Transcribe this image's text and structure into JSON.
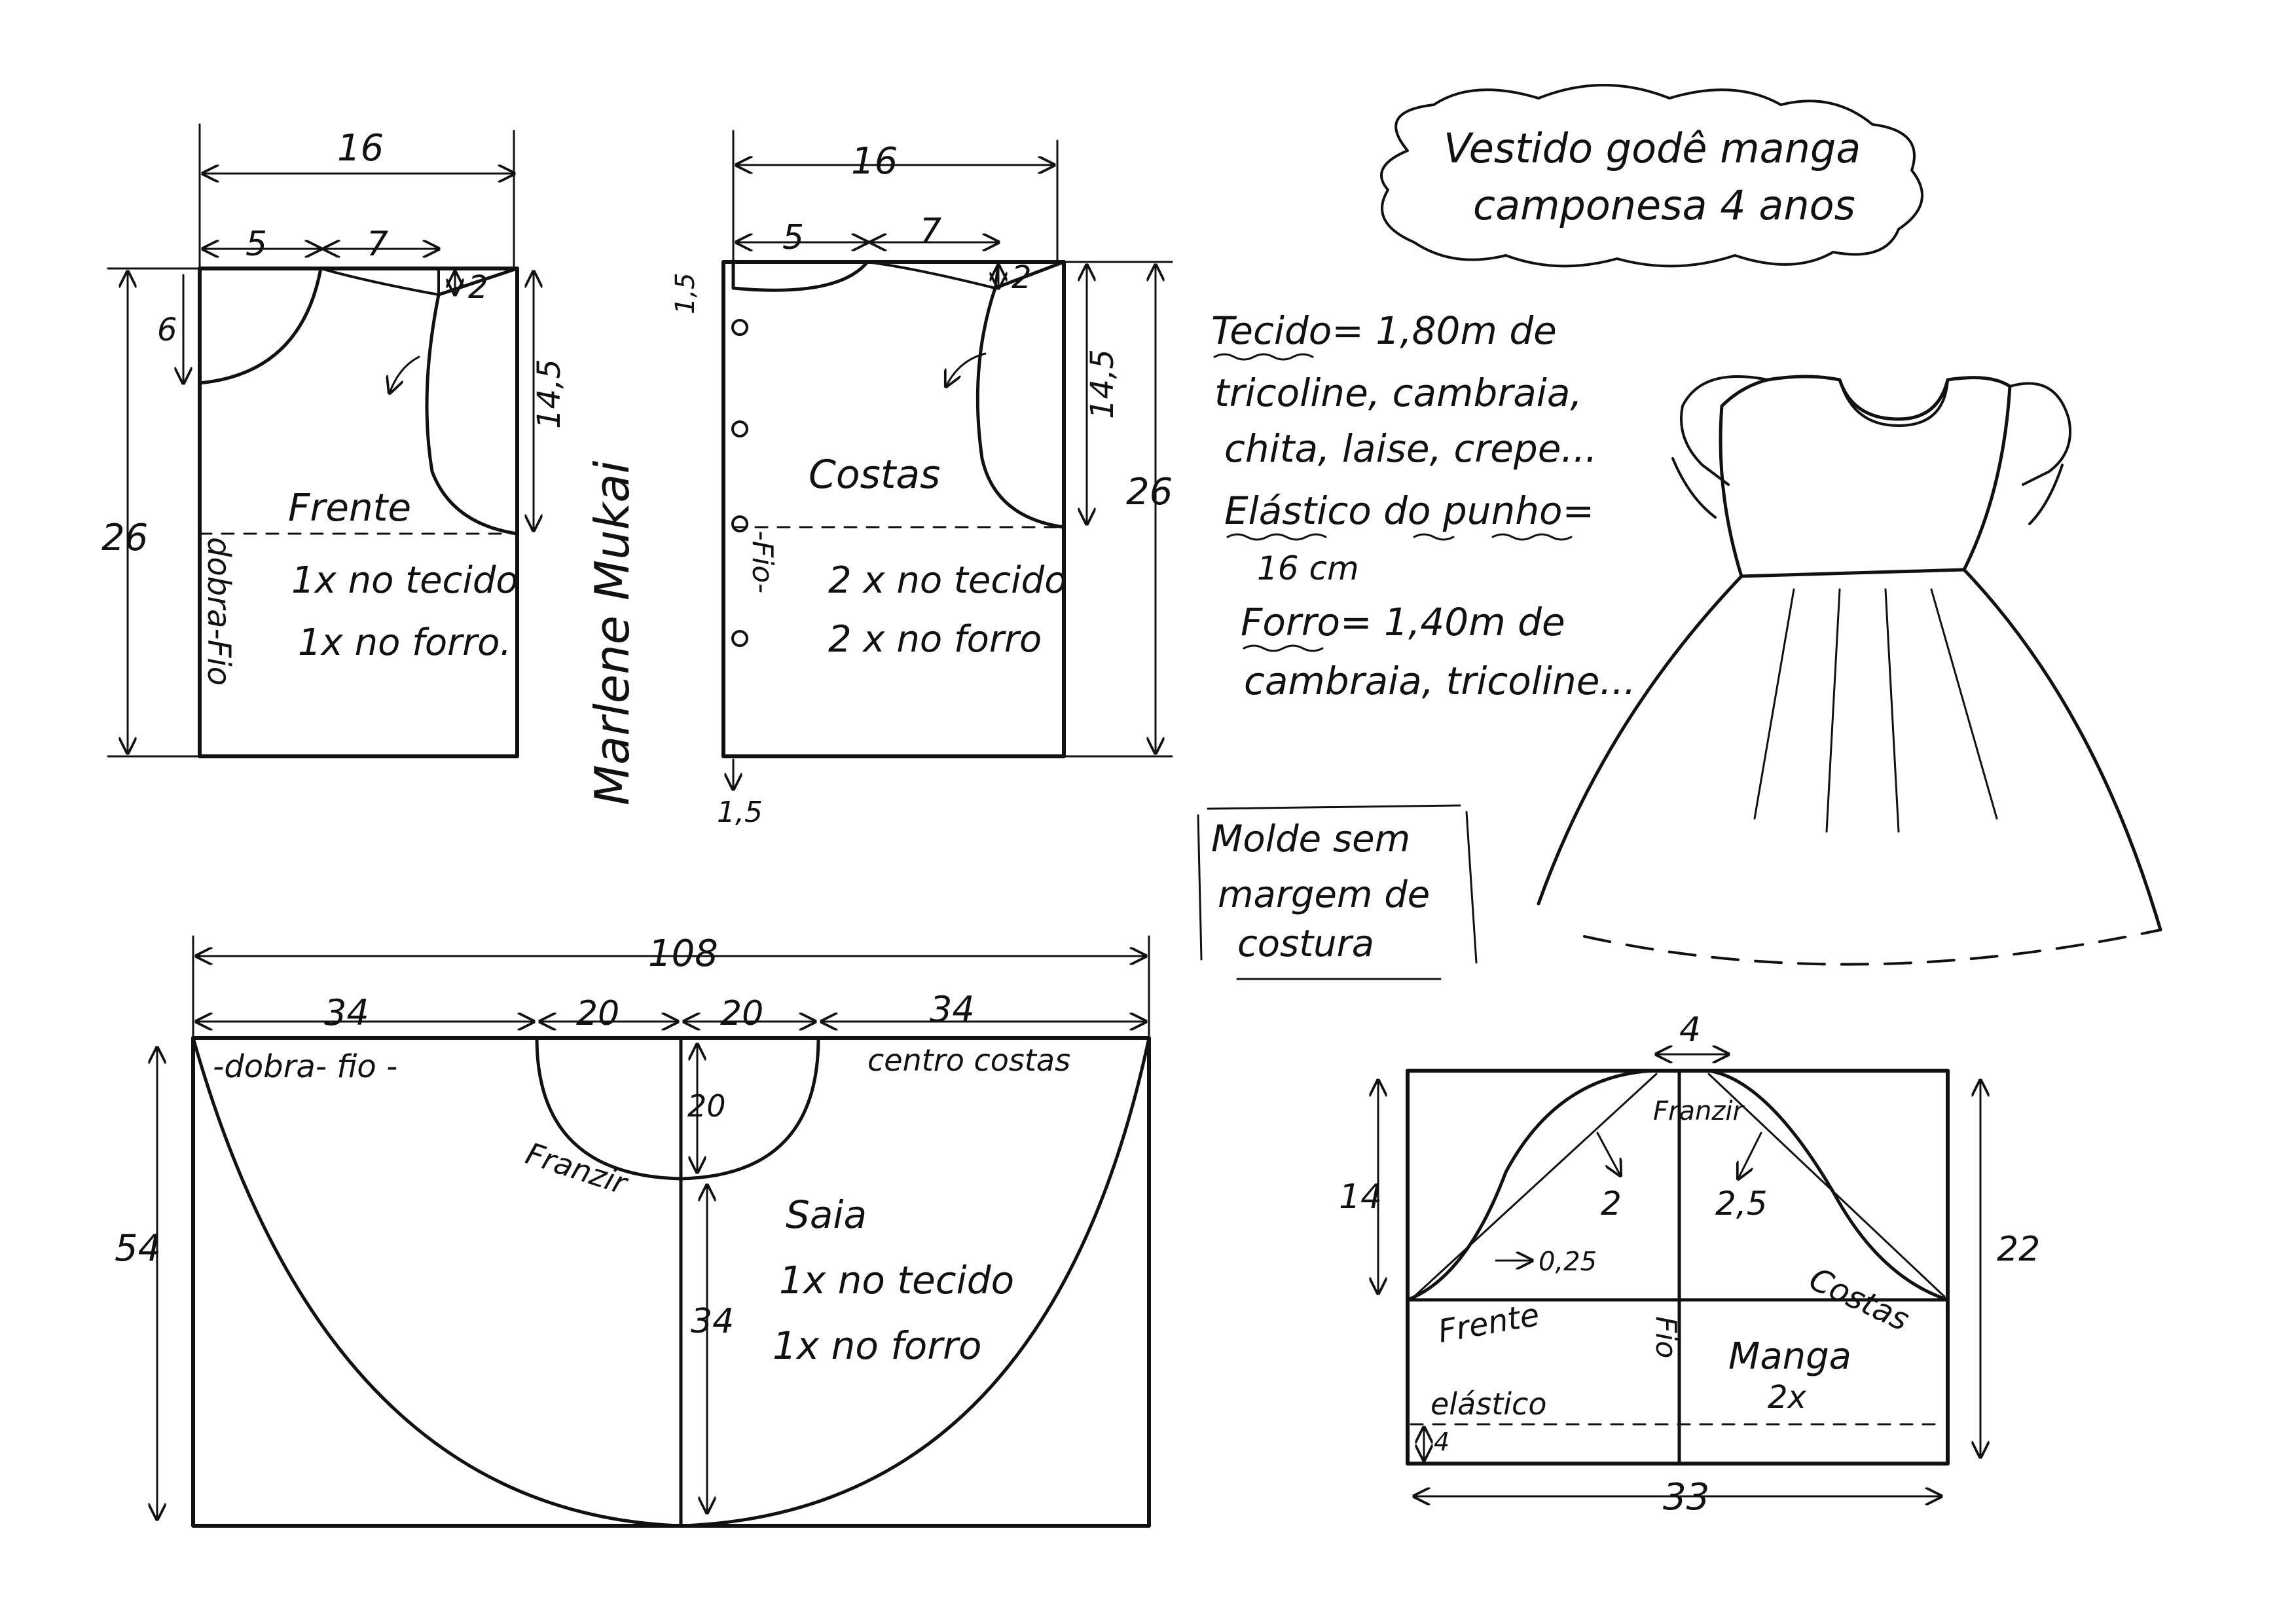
{
  "colors": {
    "ink": "#111111",
    "paper": "#ffffff"
  },
  "title": {
    "line1": "Vestido godê manga",
    "line2": "camponesa 4 anos"
  },
  "materials": {
    "line1": "Tecido= 1,80m de",
    "line2": "tricoline, cambraia,",
    "line3": "chita, laise, crepe...",
    "line4": "Elástico do punho=",
    "line5": "16 cm",
    "line6": "Forro= 1,40m de",
    "line7": "cambraia, tricoline..."
  },
  "note": {
    "line1": "Molde sem",
    "line2": "margem de",
    "line3": "costura"
  },
  "signature": "Marlene Mukai",
  "front": {
    "name": "Frente",
    "cut1": "1x no tecido",
    "cut2": "1x no forro.",
    "fold": "dobra-Fio",
    "dims": {
      "width": "16",
      "neck_w": "5",
      "shoulder": "7",
      "neck_depth": "6",
      "shoulder_drop": "2",
      "armhole": "14,5",
      "length": "26"
    }
  },
  "back": {
    "name": "Costas",
    "cut1": "2 x no tecido",
    "cut2": "2 x no forro",
    "grain": "-Fio-",
    "dims": {
      "width": "16",
      "neck_w": "5",
      "shoulder": "7",
      "neck_depth": "1,5",
      "shoulder_drop": "2",
      "armhole": "14,5",
      "length": "26",
      "ext": "1,5"
    }
  },
  "skirt": {
    "name": "Saia",
    "cut1": "1x no tecido",
    "cut2": "1x no forro",
    "fold": "-dobra- fio -",
    "center_back": "centro costas",
    "gather": "Franzir",
    "dims": {
      "total": "108",
      "side_l": "34",
      "waist_l": "20",
      "waist_r": "20",
      "side_r": "34",
      "waist_radius": "20",
      "length": "54",
      "inner": "34"
    }
  },
  "sleeve": {
    "name": "Manga",
    "qty": "2x",
    "front": "Frente",
    "back": "Costas",
    "gather": "Franzir",
    "elastic": "elástico",
    "grain": "Fio",
    "dims": {
      "top": "4",
      "cap_h": "14",
      "height": "22",
      "width": "33",
      "front_offset": "2",
      "back_offset": "2,5",
      "corner": "0,25",
      "elastic_pos": "4"
    }
  }
}
